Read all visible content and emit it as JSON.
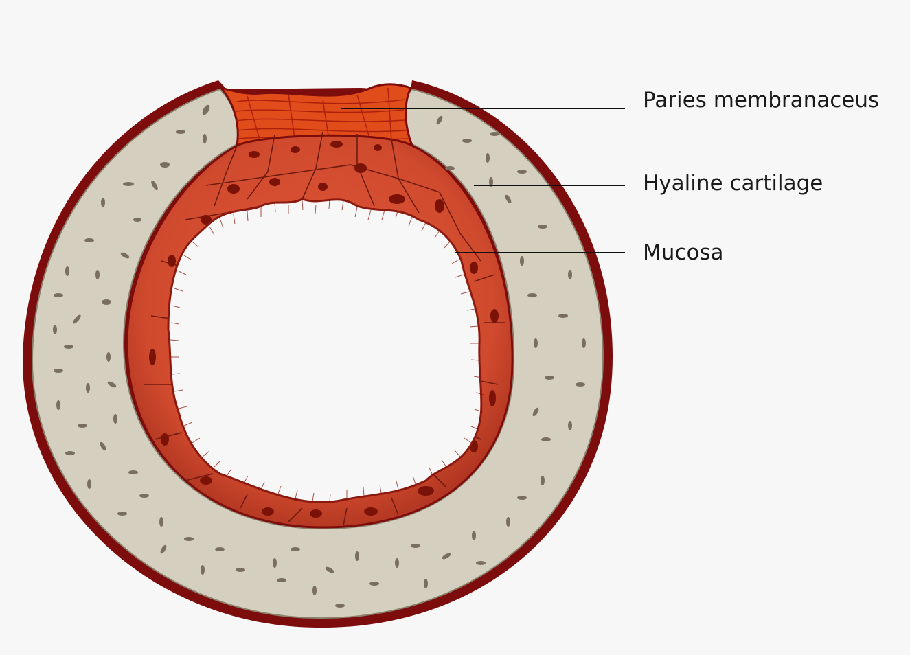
{
  "labels": {
    "paries": "Paries membranaceus",
    "hyaline": "Hyaline cartilage",
    "mucosa": "Mucosa"
  },
  "colors": {
    "background": "#f7f7f7",
    "outer_border": "#7d0d0d",
    "cartilage": "#d4cfbf",
    "chondrocyte": "#7a6e60",
    "mucosa_fill": "#c94a2f",
    "mucosa_dark": "#a8301d",
    "cell_line": "#6e1a10",
    "nucleus": "#7a1208",
    "membrane": "#e04c1a",
    "membrane_fiber": "#a81c0c",
    "lumen": "#f7f7f7",
    "leader": "#111111"
  },
  "icons": {
    "diagram": "trachea-cross-section-icon"
  }
}
